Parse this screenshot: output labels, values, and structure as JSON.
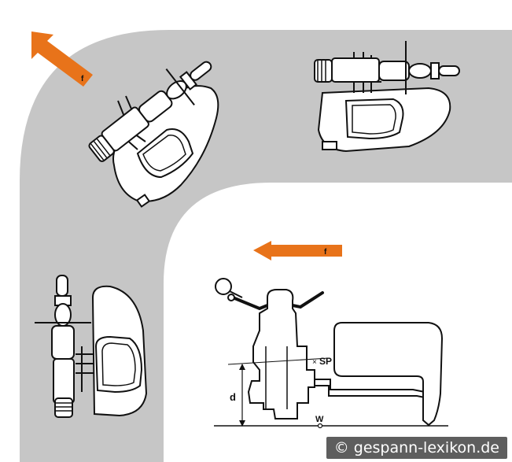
{
  "colors": {
    "road": "#c6c6c6",
    "arrow": "#e8731a",
    "outline": "#111111",
    "vehicle_fill": "#ffffff",
    "badge": "#5e5e5e"
  },
  "icons": {
    "force_arrow": "arrow-left",
    "vehicle": "motorcycle-sidecar-outline"
  },
  "labels": {
    "force_top": "f",
    "force_middle": "f",
    "center_of_gravity": "SP",
    "height": "d",
    "wheel_point": "W"
  },
  "copyright": "© gespann-lexikon.de"
}
